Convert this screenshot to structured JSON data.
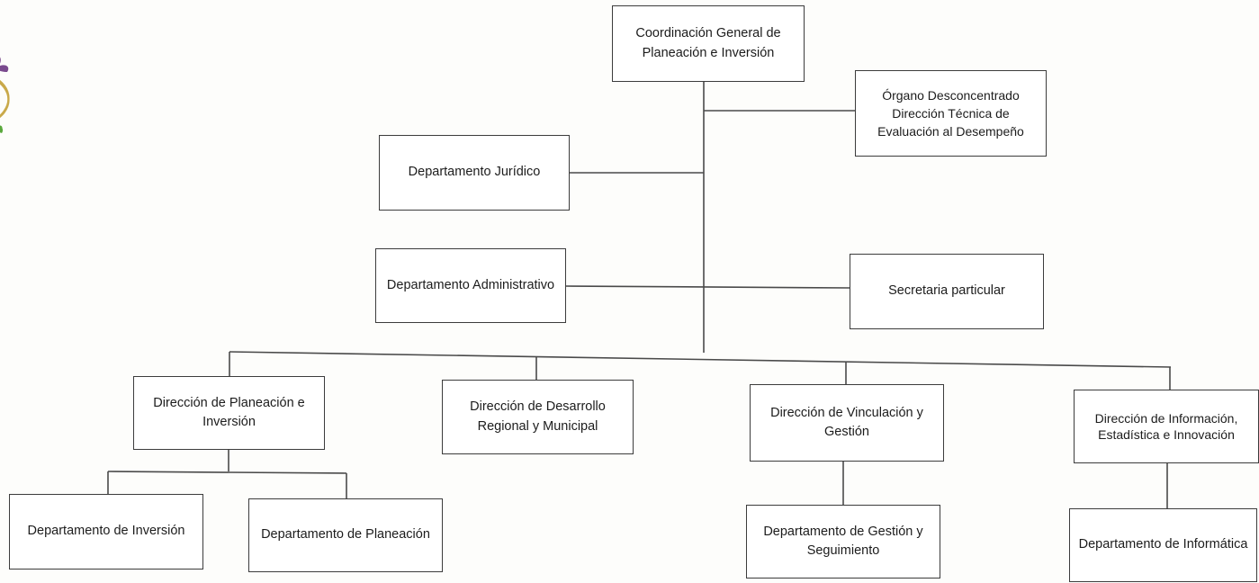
{
  "org_chart": {
    "root": "Coordinación General de Planeación e Inversión",
    "staff_units": {
      "organo": "Órgano Desconcentrado Dirección Técnica de Evaluación al Desempeño",
      "juridico": "Departamento Jurídico",
      "administrativo": "Departamento Administrativo",
      "secretaria": "Secretaria particular"
    },
    "directorates": {
      "planeacion": {
        "label": "Dirección de Planeación e Inversión",
        "departments": {
          "inversion": "Departamento de Inversión",
          "planeacion": "Departamento de Planeación"
        }
      },
      "desarrollo": {
        "label": "Dirección de Desarrollo Regional y Municipal"
      },
      "vinculacion": {
        "label": "Dirección de Vinculación y Gestión",
        "departments": {
          "gestion": "Departamento de Gestión y Seguimiento"
        }
      },
      "informacion": {
        "label": "Dirección de Información, Estadística e Innovación",
        "departments": {
          "informatica": "Departamento de Informática"
        }
      }
    }
  },
  "colors": {
    "line": "#4a4a4a",
    "box_border": "#3c3c3c",
    "text": "#1c1c1c",
    "logo_purple": "#7a4a8e",
    "logo_green": "#5aa83c",
    "logo_gold": "#c9a94a"
  }
}
